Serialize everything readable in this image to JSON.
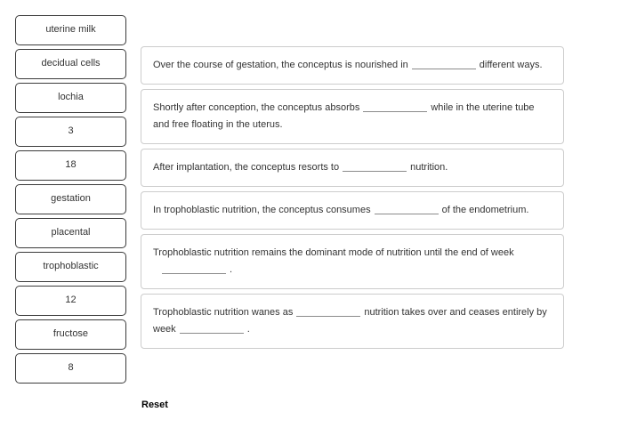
{
  "word_bank": {
    "tiles": [
      {
        "label": "uterine milk"
      },
      {
        "label": "decidual cells"
      },
      {
        "label": "lochia"
      },
      {
        "label": "3"
      },
      {
        "label": "18"
      },
      {
        "label": "gestation"
      },
      {
        "label": "placental"
      },
      {
        "label": "trophoblastic"
      },
      {
        "label": "12"
      },
      {
        "label": "fructose"
      },
      {
        "label": "8"
      }
    ]
  },
  "sentences": [
    {
      "segments": [
        {
          "type": "text",
          "value": "Over the course of gestation, the conceptus is nourished in"
        },
        {
          "type": "blank",
          "value": ""
        },
        {
          "type": "text",
          "value": "different ways."
        }
      ]
    },
    {
      "segments": [
        {
          "type": "text",
          "value": "Shortly after conception, the conceptus absorbs"
        },
        {
          "type": "blank",
          "value": ""
        },
        {
          "type": "text",
          "value": "while in the uterine tube and free floating in the uterus."
        }
      ]
    },
    {
      "segments": [
        {
          "type": "text",
          "value": "After implantation, the conceptus resorts to"
        },
        {
          "type": "blank",
          "value": ""
        },
        {
          "type": "text",
          "value": "nutrition."
        }
      ]
    },
    {
      "segments": [
        {
          "type": "text",
          "value": "In trophoblastic nutrition, the conceptus consumes"
        },
        {
          "type": "blank",
          "value": ""
        },
        {
          "type": "text",
          "value": "of the endometrium."
        }
      ]
    },
    {
      "segments": [
        {
          "type": "text",
          "value": "Trophoblastic nutrition remains the dominant mode of nutrition until the end of week"
        },
        {
          "type": "break",
          "value": ""
        },
        {
          "type": "blank",
          "value": ""
        },
        {
          "type": "text",
          "value": "."
        }
      ]
    },
    {
      "segments": [
        {
          "type": "text",
          "value": "Trophoblastic nutrition wanes as"
        },
        {
          "type": "blank",
          "value": ""
        },
        {
          "type": "text",
          "value": "nutrition takes over and ceases entirely by week"
        },
        {
          "type": "blank",
          "value": ""
        },
        {
          "type": "text",
          "value": "."
        }
      ]
    }
  ],
  "controls": {
    "reset_label": "Reset"
  },
  "colors": {
    "page_background": "#ffffff",
    "tile_border": "#3b3b3b",
    "sentence_box_border": "#cccccc",
    "body_text": "#333333",
    "blank_rule": "#8a8a8a",
    "reset_text": "#000000"
  }
}
